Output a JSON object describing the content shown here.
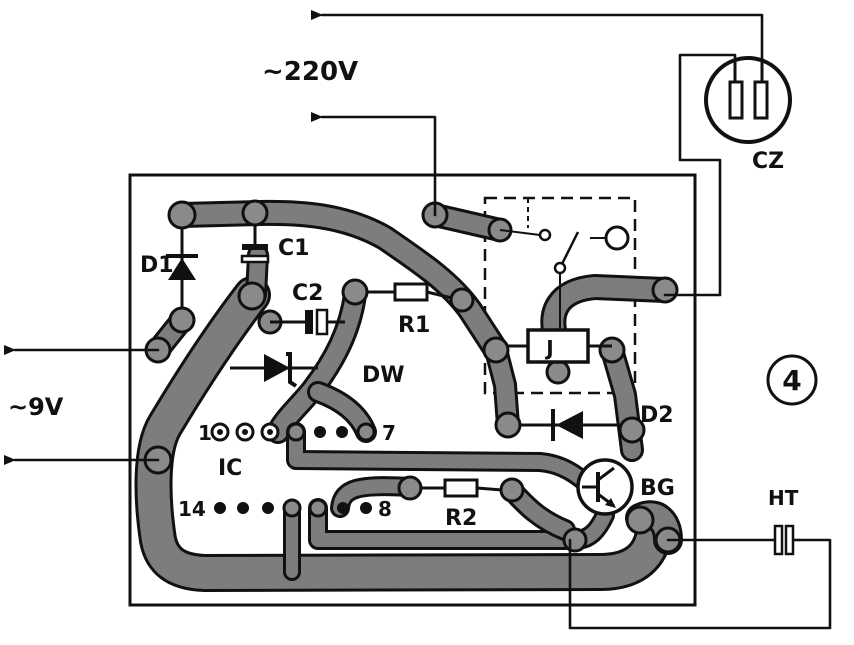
{
  "labels": {
    "mains": "~220V",
    "low_voltage": "~9V",
    "socket": "CZ",
    "figure_number": "4",
    "d1": "D1",
    "c1": "C1",
    "c2": "C2",
    "r1": "R1",
    "r2": "R2",
    "relay": "J",
    "d2": "D2",
    "zener": "DW",
    "ic": "IC",
    "transistor": "BG",
    "sensor": "HT",
    "pin1": "1",
    "pin7": "7",
    "pin14": "14",
    "pin8": "8"
  },
  "colors": {
    "trace": "#7d7d7d",
    "ink": "#111111",
    "background": "#ffffff"
  }
}
